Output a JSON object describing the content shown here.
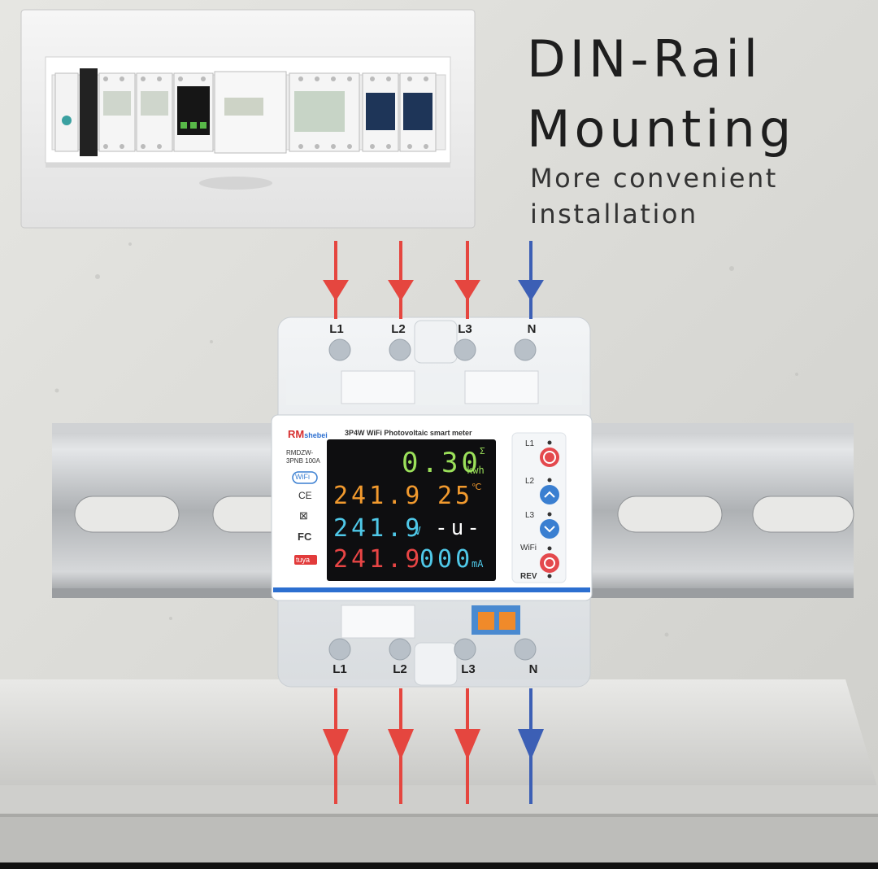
{
  "headline": {
    "title_line1": "DIN-Rail",
    "title_line2": "Mounting",
    "subtitle_line1": "More convenient",
    "subtitle_line2": "installation"
  },
  "terminals": {
    "top": [
      "L1",
      "L2",
      "L3",
      "N"
    ],
    "bottom": [
      "L1",
      "L2",
      "L3",
      "N"
    ]
  },
  "meter": {
    "brand": "RM",
    "brand_suffix": "shebei",
    "header": "3P4W WiFi Photovoltaic smart meter",
    "model_line1": "RMDZW-",
    "model_line2": "3PNB 100A",
    "wifi_label": "WiFi",
    "ce_mark": "CE",
    "fcc_mark": "FC",
    "tuya_label": "tuya",
    "buttons": [
      "L1",
      "L2",
      "L3",
      "WiFi",
      "REV"
    ],
    "display": {
      "energy": "0.30",
      "energy_unit": "kwh",
      "sigma": "Σ",
      "row2_left": "241.9",
      "row2_right": "25",
      "row2_unit": "℃",
      "row3_left": "241.9",
      "row3_unit": "V",
      "row3_right": "-u-",
      "row4_left": "241.9",
      "row4_right": "000",
      "row4_unit": "mA"
    }
  },
  "colors": {
    "live_arrow": "#e5463f",
    "neutral_arrow": "#3c5fb5",
    "lcd_green": "#9be05a",
    "lcd_orange": "#f29a2e",
    "lcd_cyan": "#4fc8e8",
    "lcd_red": "#e84545"
  }
}
